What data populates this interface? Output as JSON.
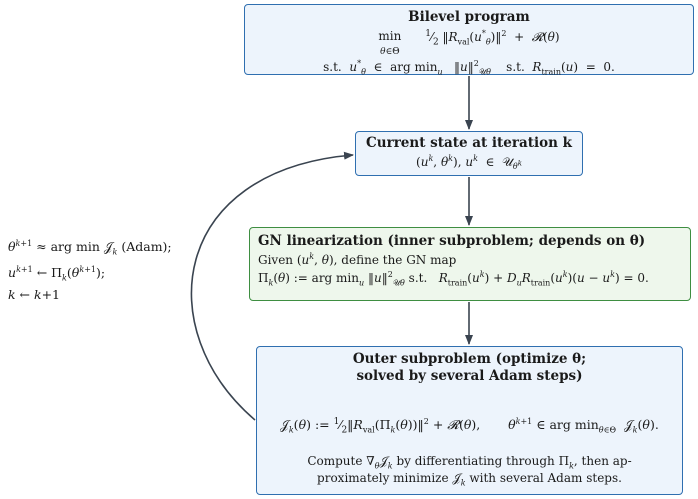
{
  "box1": {
    "title": "Bilevel program",
    "line1": "min θ∈Θ   ½ ‖R_val(u*_θ)‖²  +  𝓡(θ)",
    "line2": "s.t.  u*_θ ∈ argmin_u  ‖u‖²_𝒰θ    s.t.  R_train(u) = 0."
  },
  "box2": {
    "title": "Current state at iteration k",
    "line1": "(u^k, θ^k),  u^k ∈ 𝒰_θ^k"
  },
  "box3": {
    "title": "GN linearization (inner subproblem; depends on θ)",
    "line1": "Given (u^k, θ), define the GN map",
    "line2": "Π_k(θ) := argmin_u ‖u‖²_𝒰θ  s.t.   R_train(u^k) + D_u R_train(u^k)(u − u^k) = 0."
  },
  "box4": {
    "title1": "Outer subproblem (optimize θ;",
    "title2": "solved by several Adam steps)",
    "eq": "𝒥_k(θ) := ½ ‖R_val(Π_k(θ))‖² + 𝓡(θ),       θ^{k+1} ∈ argmin_{θ∈Θ} 𝒥_k(θ).",
    "text1": "Compute ∇_θ 𝒥_k by differentiating through Π_k, then ap-",
    "text2": "proximately minimize 𝒥_k with several Adam steps."
  },
  "loop_label": {
    "line1": "θ^{k+1} ≈ arg min 𝒥_k (Adam);",
    "line2": "u^{k+1} ← Π_k(θ^{k+1});",
    "line3": "k ← k+1"
  },
  "colors": {
    "blue_border": "#2f6fb0",
    "blue_fill": "#edf4fc",
    "green_border": "#3e8e41",
    "green_fill": "#eef7ec",
    "arrow": "#3a4450"
  }
}
